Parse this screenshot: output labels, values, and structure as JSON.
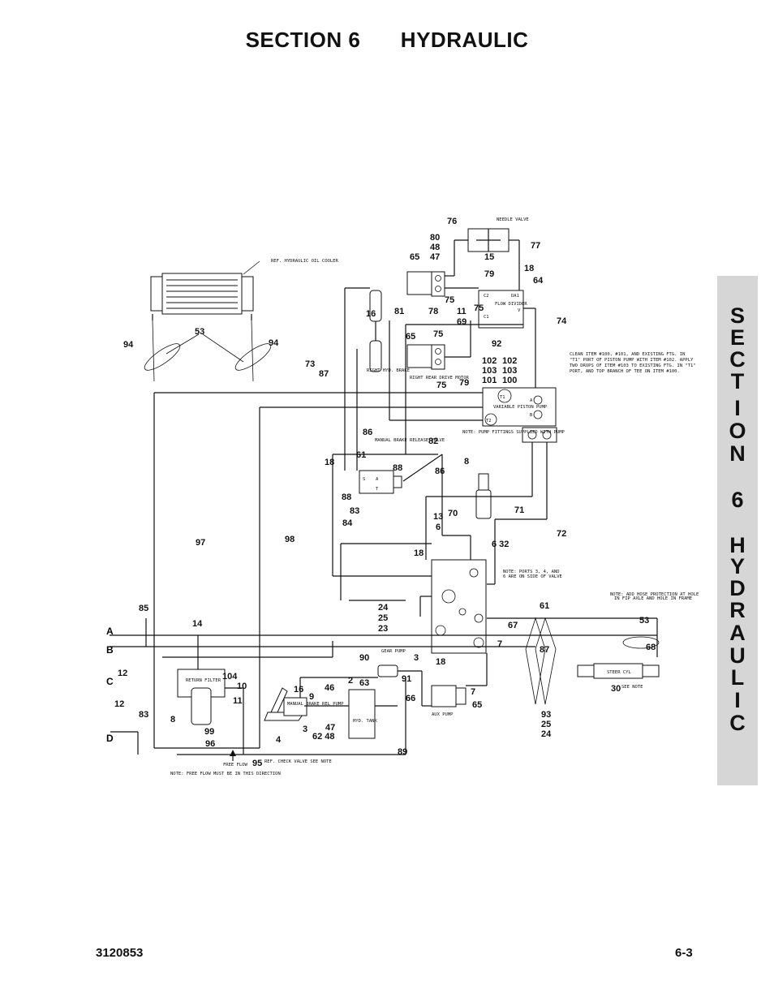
{
  "header": {
    "section_label": "SECTION 6",
    "section_title": "HYDRAULIC"
  },
  "side_tab": {
    "letters": [
      "S",
      "E",
      "C",
      "T",
      "I",
      "O",
      "N",
      "6",
      "H",
      "Y",
      "D",
      "R",
      "A",
      "U",
      "L",
      "I",
      "C"
    ]
  },
  "diagram": {
    "component_labels": {
      "oil_cooler": "REF. HYDRAULIC OIL COOLER",
      "needle_valve": "NEEDLE VALVE",
      "flow_divider": "FLOW DIVIDER",
      "right_brake": "RIGHT HYD. BRAKE",
      "right_rear_motor": "RIGHT REAR DRIVE MOTOR",
      "variable_pump": "VARIABLE PISTON PUMP",
      "pump_note": "NOTE: PUMP FITTINGS SUPPLIED WITH PUMP",
      "brake_release_valve": "MANUAL BRAKE RELEASE VALVE",
      "return_filter": "RETURN FILTER",
      "manual_pump": "MANUAL BRAKE REL PUMP",
      "gear_pump": "GEAR PUMP",
      "hyd_tank": "HYD. TANK",
      "aux_pump": "AUX PUMP",
      "steer_cyl": "STEER CYL",
      "check_valve": "REF. CHECK VALVE SEE NOTE",
      "free_flow": "FREE FLOW",
      "free_flow_note": "NOTE: FREE FLOW MUST BE IN THIS DIRECTION",
      "clean_note_1": "CLEAN ITEM #100, #101, AND EXISTING FTG. IN",
      "clean_note_2": "\"T1\" PORT OF PISTON PUMP WITH ITEM #102. APPLY",
      "clean_note_3": "TWO DROPS OF ITEM #103 TO EXISTING FTG. IN \"T1\"",
      "clean_note_4": "PORT, AND TOP BRANCH OF TEE ON ITEM #100.",
      "ports_note_1": "NOTE: PORTS 3, 4, AND",
      "ports_note_2": "6 ARE ON SIDE OF VALVE",
      "hose_note_1": "NOTE: ADD HOSE PROTECTION AT HOLE",
      "hose_note_2": "IN FIP AXLE AND HOLE IN FRAME",
      "see_note": "SEE NOTE"
    },
    "line_letters": [
      "A",
      "B",
      "C",
      "D"
    ],
    "callouts": {
      "n76": "76",
      "n80": "80",
      "n48a": "48",
      "n47a": "47",
      "n65a": "65",
      "n15": "15",
      "n77": "77",
      "n18a": "18",
      "n64": "64",
      "n79a": "79",
      "n75a": "75",
      "n75b": "75",
      "n81": "81",
      "n78": "78",
      "n11": "11",
      "n69": "69",
      "n74": "74",
      "n65b": "65",
      "n75c": "75",
      "n92": "92",
      "n16": "16",
      "n94a": "94",
      "n53a": "53",
      "n94b": "94",
      "n73": "73",
      "n87a": "87",
      "n102a": "102",
      "n102b": "102",
      "n103a": "103",
      "n103b": "103",
      "n101": "101",
      "n100": "100",
      "n79b": "79",
      "n75d": "75",
      "n86a": "86",
      "n82": "82",
      "n18b": "18",
      "n61a": "61",
      "n88a": "88",
      "n88b": "88",
      "n86b": "86",
      "n8a": "8",
      "n83a": "83",
      "n84": "84",
      "n70": "70",
      "n71": "71",
      "n13": "13",
      "n6a": "6",
      "n632": "6 32",
      "n72": "72",
      "n97": "97",
      "n98": "98",
      "n18c": "18",
      "n24": "24",
      "n25a": "25",
      "n23": "23",
      "n61b": "61",
      "n53b": "53",
      "n85": "85",
      "n14": "14",
      "n67": "67",
      "n87b": "87",
      "n68": "68",
      "n7a": "7",
      "n18d": "18",
      "n3a": "3",
      "n12a": "12",
      "n12b": "12",
      "n90": "90",
      "n91": "91",
      "n104": "104",
      "n10": "10",
      "n2": "2",
      "n63": "63",
      "n16b": "16",
      "n9": "9",
      "n46": "46",
      "n7b": "7",
      "n30": "30",
      "n11b": "11",
      "n66": "66",
      "n65c": "65",
      "n83b": "83",
      "n8b": "8",
      "n99": "99",
      "n96": "96",
      "n3b": "3",
      "n6248": "62 48",
      "n47b": "47",
      "n93": "93",
      "n25b": "25",
      "n24b": "24",
      "n4": "4",
      "n95": "95",
      "n89": "89"
    }
  },
  "footer": {
    "doc_number": "3120853",
    "page_number": "6-3"
  }
}
